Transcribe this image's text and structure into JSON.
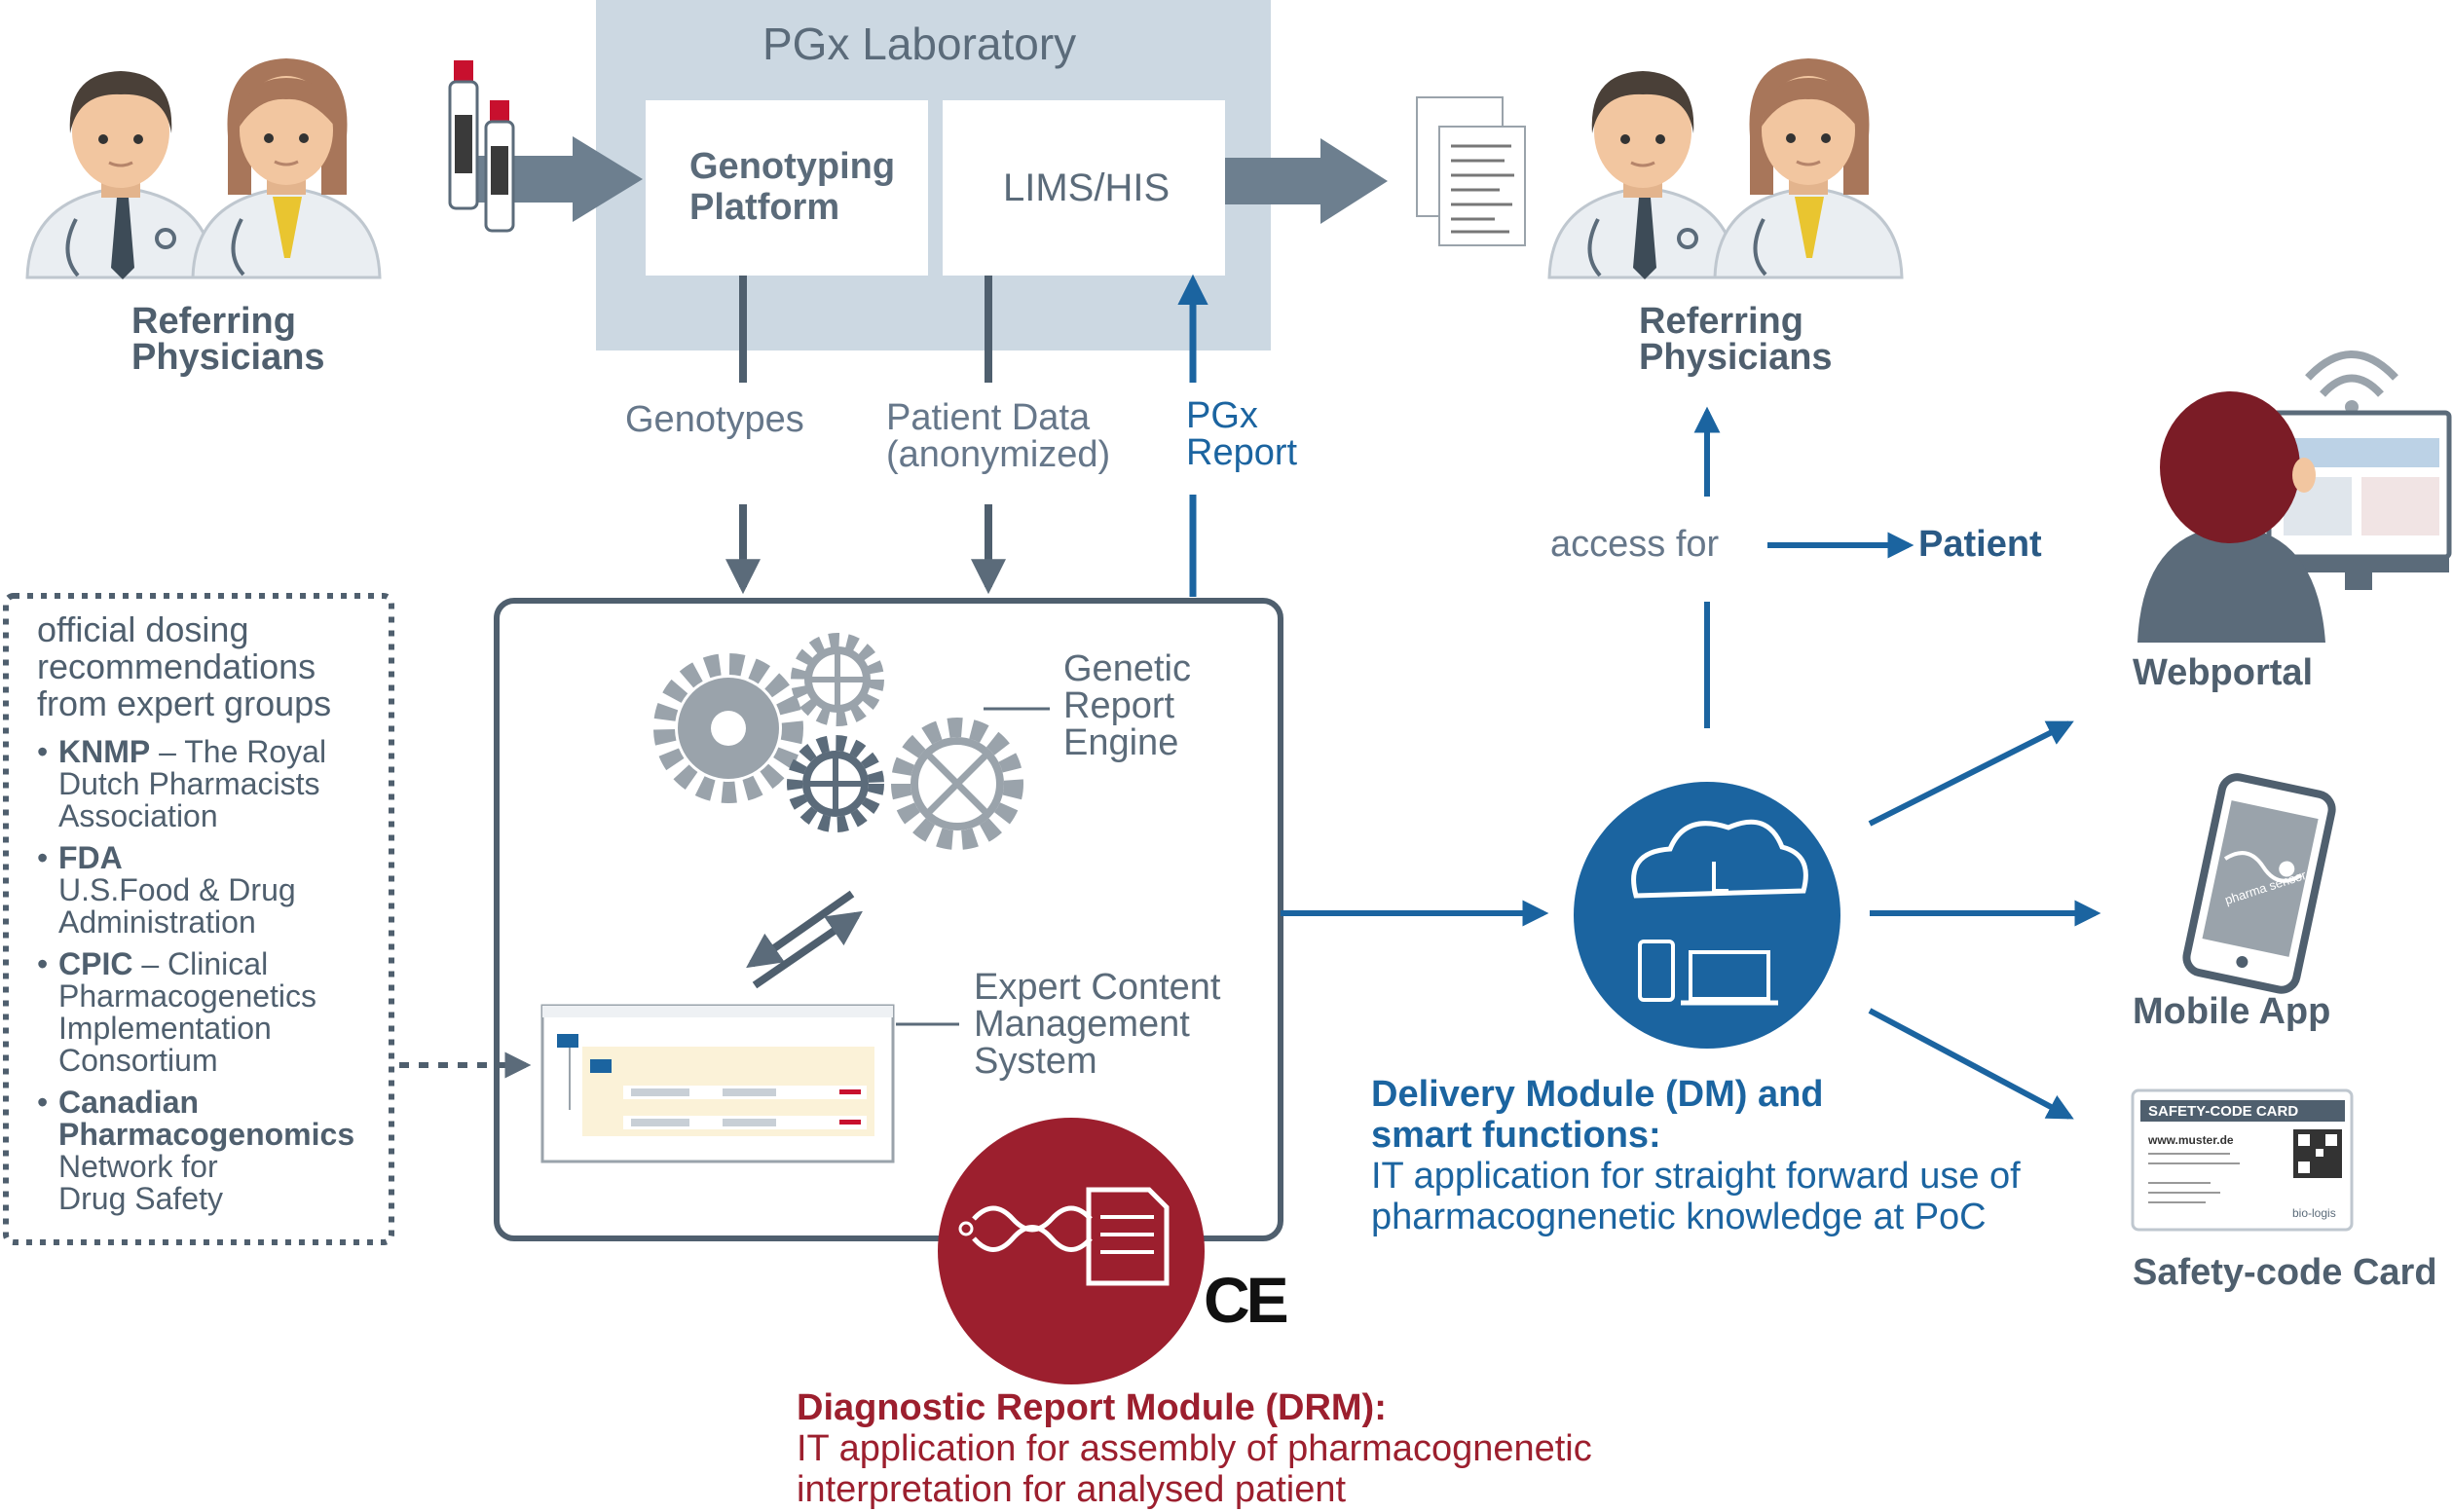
{
  "lab": {
    "title": "PGx Laboratory",
    "genotyping_line1": "Genotyping",
    "genotyping_line2": "Platform",
    "lims": "LIMS/HIS"
  },
  "physicians_left": {
    "line1": "Referring",
    "line2": "Physicians"
  },
  "physicians_right": {
    "line1": "Referring",
    "line2": "Physicians"
  },
  "flows": {
    "genotypes": "Genotypes",
    "patient_data_line1": "Patient Data",
    "patient_data_line2": "(anonymized)",
    "pgx_report_line1": "PGx",
    "pgx_report_line2": "Report",
    "access_for": "access for",
    "patient": "Patient"
  },
  "engine": {
    "genetic_line1": "Genetic",
    "genetic_line2": "Report",
    "genetic_line3": "Engine",
    "ecms_line1": "Expert Content",
    "ecms_line2": "Management",
    "ecms_line3": "System"
  },
  "dosing": {
    "head_line1": "official dosing",
    "head_line2": "recommendations",
    "head_line3": "from expert groups",
    "items": [
      {
        "bold": "KNMP",
        "sep": " – ",
        "rest1": "The Royal",
        "rest2": "Dutch Pharmacists",
        "rest3": "Association"
      },
      {
        "bold": "FDA",
        "sep": "",
        "rest1": "U.S.Food & Drug",
        "rest2": "Administration",
        "rest3": ""
      },
      {
        "bold": "CPIC",
        "sep": " – ",
        "rest1": "Clinical",
        "rest2": "Pharmacogenetics",
        "rest3": "Implementation",
        "rest4": "Consortium"
      },
      {
        "bold": "Canadian",
        "bold2": "Pharmacogenomics",
        "rest1": "Network for",
        "rest2": "Drug Safety"
      }
    ]
  },
  "delivery": {
    "title_line1": "Delivery Module (DM) and",
    "title_line2": "smart functions:",
    "desc_line1": "IT application for straight forward use of",
    "desc_line2": "pharmacognenetic knowledge at PoC"
  },
  "diagnostic": {
    "title": "Diagnostic Report Module (DRM):",
    "desc_line1": "IT application for assembly of pharmacognenetic",
    "desc_line2": "interpretation for analysed patient",
    "ce_mark": "CE"
  },
  "outputs": {
    "webportal": "Webportal",
    "mobile_app": "Mobile App",
    "safety_card": "Safety-code Card",
    "card_header": "SAFETY-CODE CARD",
    "card_url": "www.muster.de",
    "card_brand": "bio-logis",
    "app_brand": "pharma sensor"
  },
  "colors": {
    "lab_bg": "#ccd8e2",
    "slate": "#5b6b7a",
    "blue": "#1b64a0",
    "red": "#9c1f2e",
    "gear": "#9aa3ab"
  }
}
